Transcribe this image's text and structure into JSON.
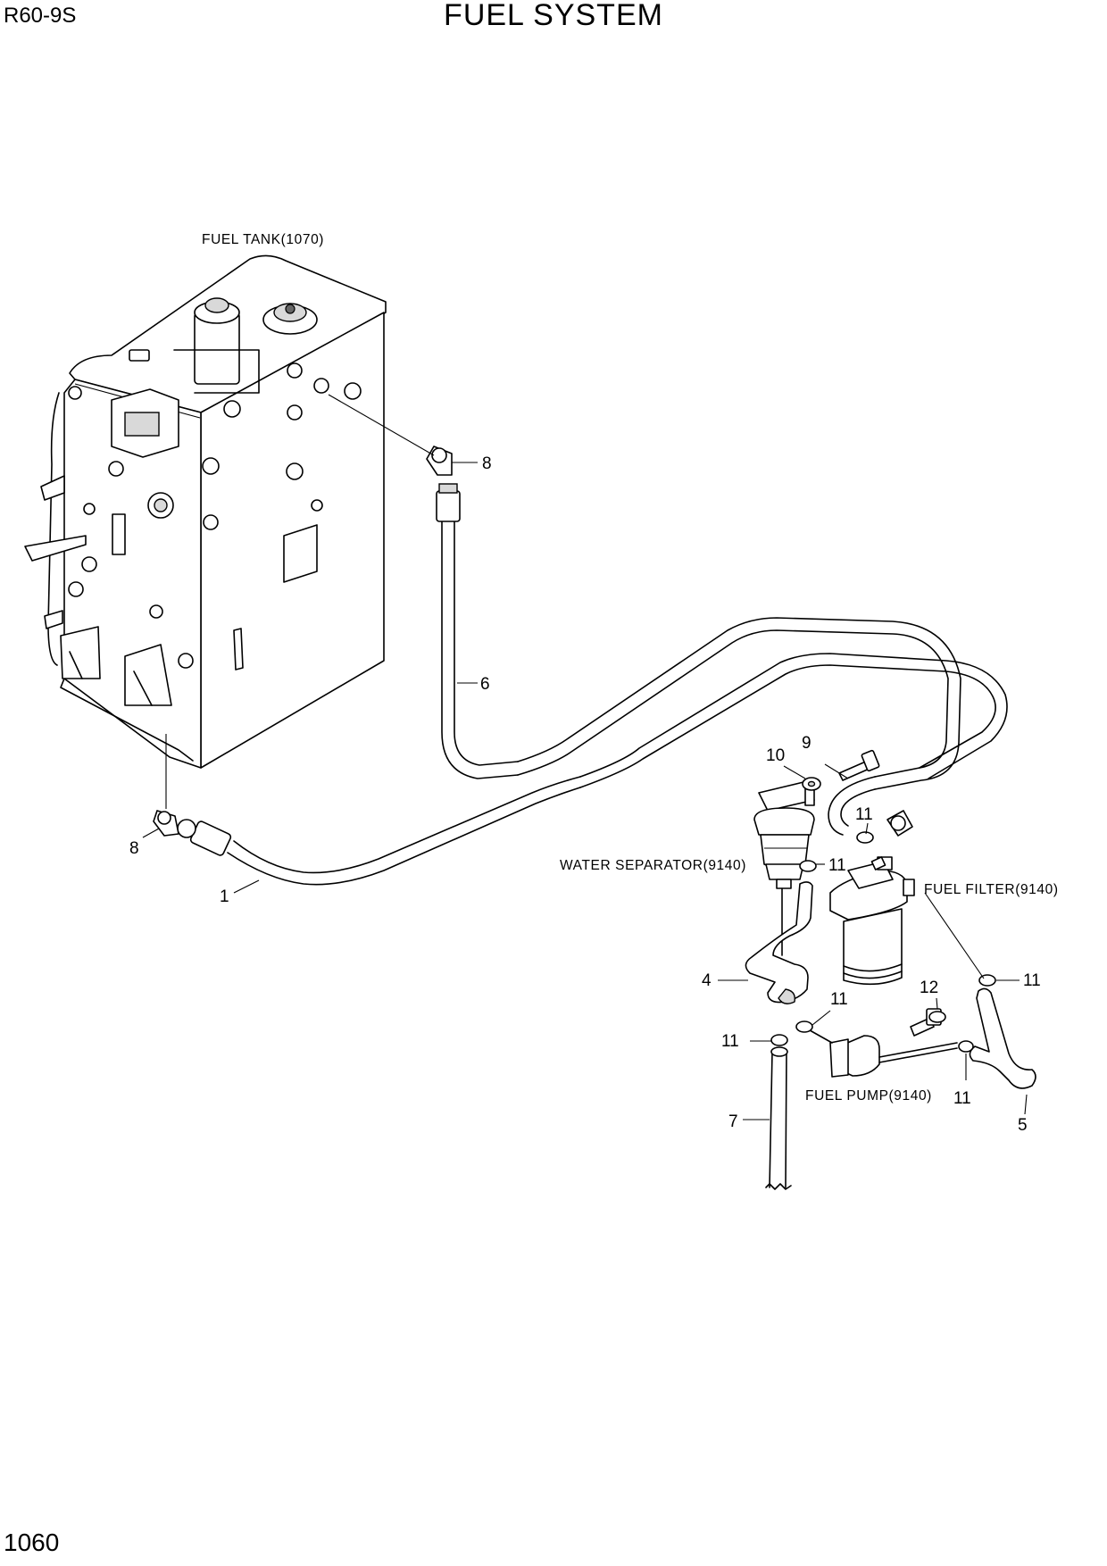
{
  "header": {
    "model": "R60-9S",
    "title": "FUEL SYSTEM",
    "page_number": "1060"
  },
  "components": {
    "fuel_tank": "FUEL TANK(1070)",
    "water_separator": "WATER SEPARATOR(9140)",
    "fuel_filter": "FUEL FILTER(9140)",
    "fuel_pump": "FUEL PUMP(9140)"
  },
  "callouts": {
    "c8_top": "8",
    "c8_left": "8",
    "c6": "6",
    "c1": "1",
    "c9": "9",
    "c10": "10",
    "c11_a": "11",
    "c11_b": "11",
    "c11_c": "11",
    "c11_d": "11",
    "c11_e": "11",
    "c11_f": "11",
    "c12": "12",
    "c4": "4",
    "c7": "7",
    "c5": "5"
  }
}
